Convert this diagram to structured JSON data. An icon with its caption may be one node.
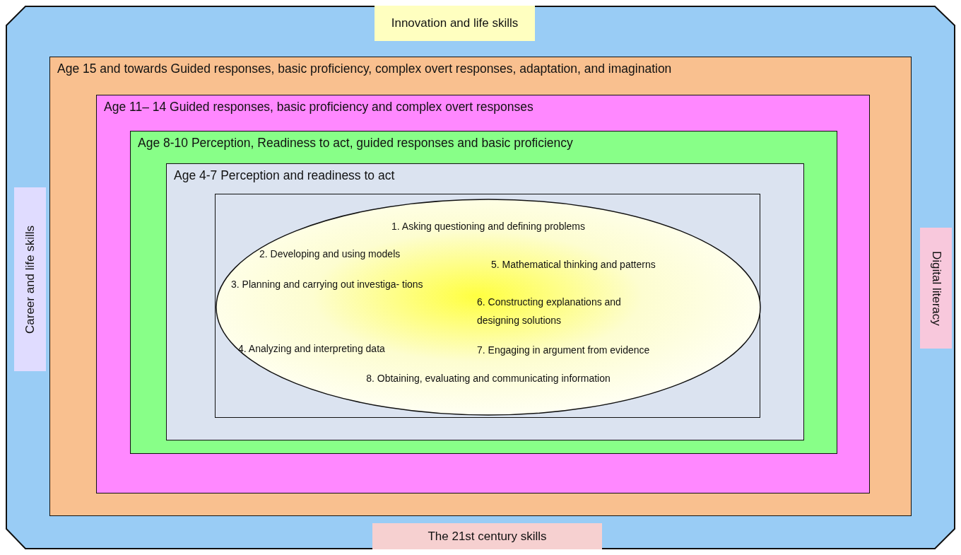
{
  "diagram": {
    "nodes": [
      {
        "text": [],
        "shape": "box"
      },
      {
        "text": [
          "Innovation and life skills"
        ],
        "in": 0
      },
      {
        "text": [
          "Age 15 and towards Guided responses, basic proficiency, complex overt responses, adaptation, and imagination"
        ],
        "in": 0
      },
      {
        "text": [
          "Age 11– 14 Guided responses, basic proficiency and complex overt responses"
        ],
        "in": 2
      },
      {
        "text": [
          "Age 8-10 Perception, Readiness to act, guided responses and basic proficiency"
        ],
        "in": 3
      },
      {
        "text": [
          "Age 4-7 Perception and readiness to act"
        ],
        "in": 4
      },
      {
        "text": [],
        "shape": "box",
        "in": 5
      },
      {
        "text": [
          "1. Asking questioning and defining problems",
          "2. Developing and using models",
          "3. Planning and carrying out investiga- tions",
          "4. Analyzing and interpreting data",
          "5. Mathematical thinking and patterns",
          "6. Constructing explanations and designing solutions",
          "7. Engaging in argument from evidence",
          "8. Obtaining, evaluating and communicating information"
        ],
        "in": 6
      },
      {
        "text": [
          "Career and life skills"
        ],
        "in": 0
      },
      {
        "text": [
          "Digital literacy"
        ],
        "in": 0
      },
      {
        "text": [
          "The 21st century skills"
        ],
        "in": 0
      }
    ],
    "edges": []
  }
}
